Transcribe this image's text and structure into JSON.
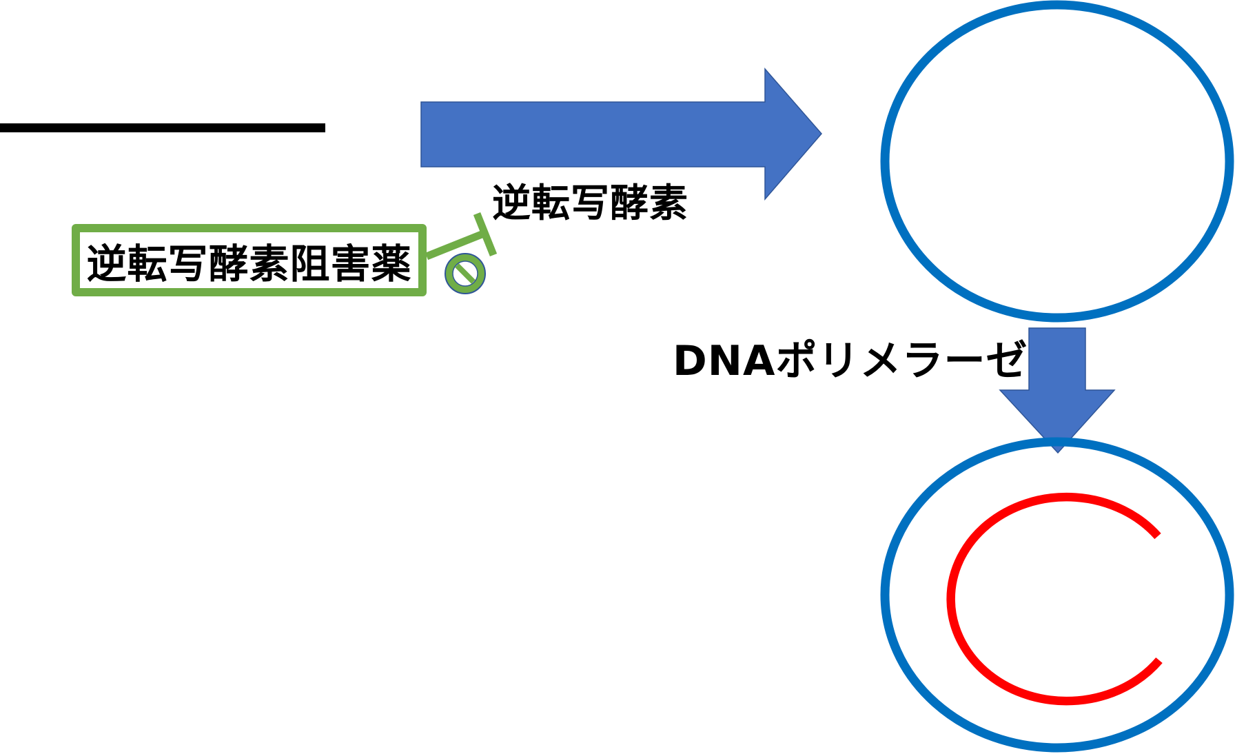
{
  "labels": {
    "reverse_transcriptase": "逆転写酵素",
    "reverse_transcriptase_inhibitor": "逆転写酵素阻害薬",
    "dna_polymerase": "DNAポリメラーゼ"
  },
  "icons": {
    "inhibition": "prohibited-icon",
    "inhibition_bar": "t-bar-inhibit-icon"
  },
  "colors": {
    "arrow_fill": "#4472c4",
    "arrow_stroke": "#2f5597",
    "cell_outline": "#0070c0",
    "dna_arc": "#ff0000",
    "inhibitor_green": "#70ad47",
    "prohibit_outline": "#2f5597",
    "rna_line": "#000000"
  }
}
